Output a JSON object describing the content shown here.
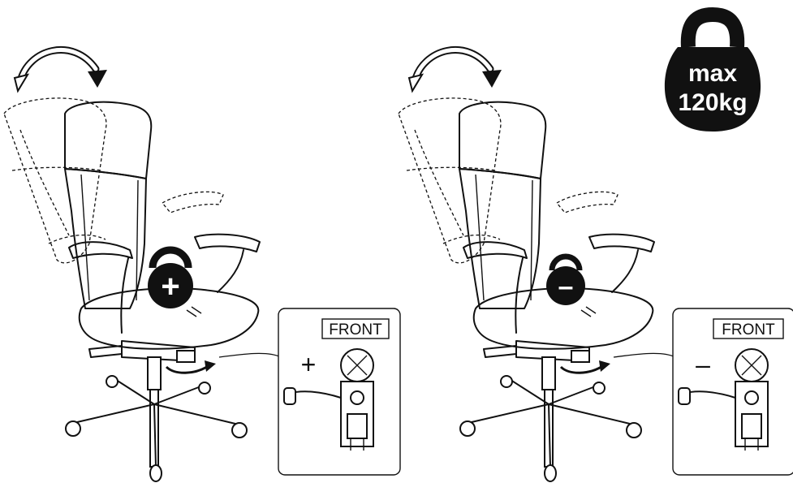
{
  "weight_limit": {
    "line1": "max",
    "line2": "120kg"
  },
  "panels": [
    {
      "id": "increase",
      "kettlebell_symbol": "+",
      "detail_label": "FRONT",
      "detail_sign": "+"
    },
    {
      "id": "decrease",
      "kettlebell_symbol": "–",
      "detail_label": "FRONT",
      "detail_sign": "–"
    }
  ],
  "colors": {
    "ink": "#1a1a1a",
    "paper": "#ffffff"
  }
}
